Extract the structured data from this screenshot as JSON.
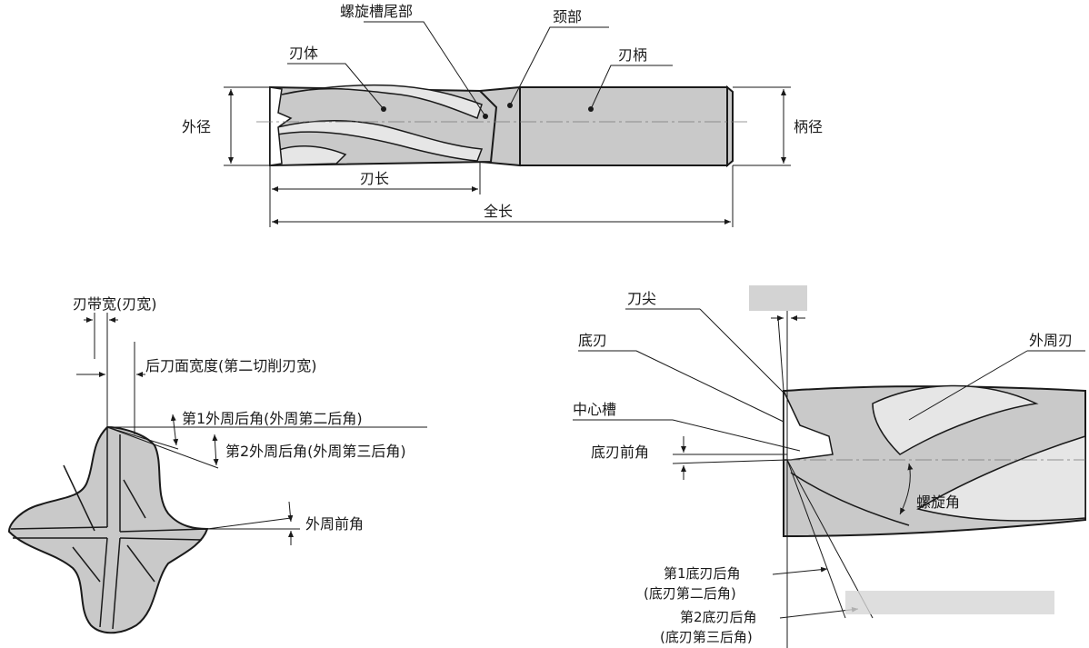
{
  "side_view": {
    "labels": {
      "spiral_flute_tail": "螺旋槽尾部",
      "neck": "颈部",
      "blade_body": "刃体",
      "shank": "刃柄",
      "outer_diameter": "外径",
      "shank_diameter": "柄径",
      "blade_length": "刃长",
      "overall_length": "全长"
    }
  },
  "cross_section": {
    "labels": {
      "land_width": "刃带宽(刃宽)",
      "relief_width": "后刀面宽度(第二切削刃宽)",
      "first_peripheral_relief": "第1外周后角(外周第二后角)",
      "second_peripheral_relief": "第2外周后角(外周第三后角)",
      "peripheral_rake": "外周前角"
    }
  },
  "end_view": {
    "labels": {
      "tip": "刀尖",
      "bottom_edge": "底刃",
      "peripheral_edge": "外周刃",
      "center_groove": "中心槽",
      "bottom_rake": "底刃前角",
      "helix_angle": "螺旋角",
      "first_bottom_relief_l1": "第1底刃后角",
      "first_bottom_relief_l2": "(底刃第二后角)",
      "second_bottom_relief_l1": "第2底刃后角",
      "second_bottom_relief_l2": "(底刃第三后角)"
    }
  },
  "colors": {
    "body_fill": "#c9c9c9",
    "line": "#1a1a1a",
    "light": "#e6e6e6"
  }
}
